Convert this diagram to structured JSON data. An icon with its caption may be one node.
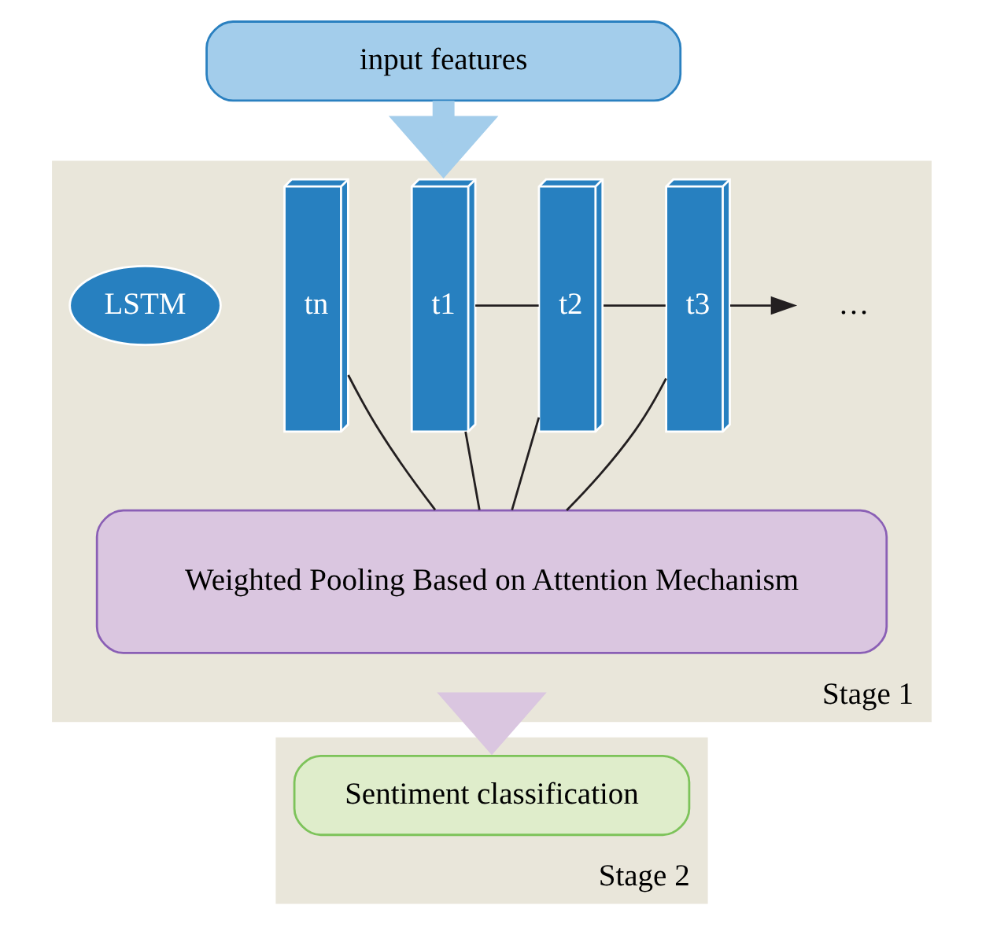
{
  "diagram": {
    "nodes": [
      {
        "text": [
          "input features"
        ]
      },
      {
        "text": [
          "Stage 1"
        ]
      },
      {
        "text": [
          "t1"
        ],
        "in": 1
      },
      {
        "text": [
          "t2"
        ],
        "in": 1
      },
      {
        "text": [
          "t3"
        ],
        "in": 1
      },
      {
        "text": [
          "…"
        ],
        "in": 1
      },
      {
        "text": [
          "tn"
        ],
        "in": 1
      },
      {
        "text": [
          "LSTM"
        ],
        "in": 1
      },
      {
        "text": [
          "Weighted Pooling Based on Attention Mechanism"
        ],
        "in": 1
      },
      {
        "text": [
          "Stage 2"
        ]
      },
      {
        "text": [
          "Sentiment classification"
        ],
        "in": 9
      }
    ],
    "edges": [
      {
        "from": 0,
        "to": 1,
        "arrow": "to",
        "style": "thick",
        "color": "#a3cdeb"
      },
      {
        "from": 2,
        "to": 3,
        "arrow": "none"
      },
      {
        "from": 3,
        "to": 4,
        "arrow": "none"
      },
      {
        "from": 4,
        "to": 5,
        "arrow": "to"
      },
      {
        "from": 2,
        "to": 8,
        "arrow": "none"
      },
      {
        "from": 3,
        "to": 8,
        "arrow": "none"
      },
      {
        "from": 4,
        "to": 8,
        "arrow": "none"
      },
      {
        "from": 6,
        "to": 8,
        "arrow": "none"
      },
      {
        "from": 1,
        "to": 9,
        "arrow": "to",
        "style": "thick",
        "color": "#dac6e0"
      }
    ]
  }
}
